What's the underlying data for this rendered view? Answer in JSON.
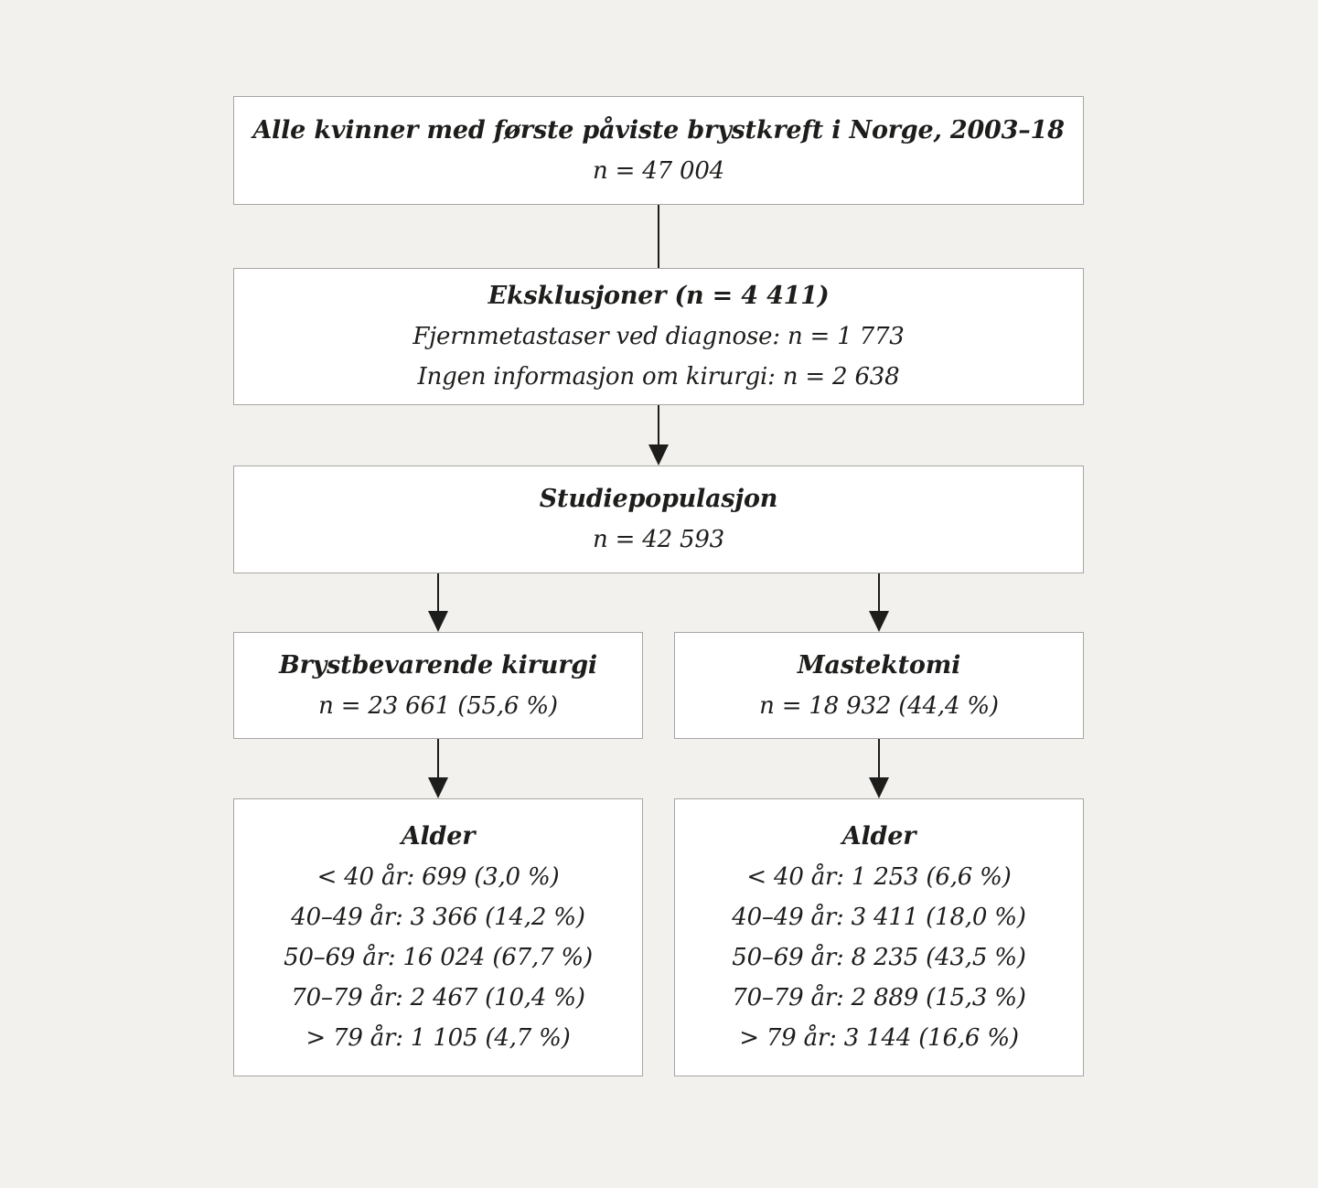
{
  "colors": {
    "bg": "#f2f1ee",
    "box-fill": "#ffffff",
    "box-border": "#a7a6a4",
    "ink": "#1d1d1b"
  },
  "flowchart": {
    "source_box": {
      "title": "Alle kvinner med første påviste brystkreft i Norge, 2003–18",
      "count": "n = 47 004"
    },
    "exclusions_box": {
      "title": "Eksklusjoner (n = 4 411)",
      "lines": [
        "Fjernmetastaser ved diagnose: n = 1 773",
        "Ingen informasjon om kirurgi: n = 2 638"
      ]
    },
    "study_population_box": {
      "title": "Studiepopulasjon",
      "count": "n = 42 593"
    },
    "branches": [
      {
        "title": "Brystbevarende kirurgi",
        "count": "n = 23 661 (55,6 %)",
        "age_box": {
          "title": "Alder",
          "lines": [
            "< 40 år: 699 (3,0 %)",
            "40–49 år: 3 366 (14,2 %)",
            "50–69 år: 16 024 (67,7 %)",
            "70–79 år: 2 467 (10,4 %)",
            "> 79 år: 1 105 (4,7 %)"
          ]
        }
      },
      {
        "title": "Mastektomi",
        "count": "n = 18 932 (44,4 %)",
        "age_box": {
          "title": "Alder",
          "lines": [
            "< 40 år: 1 253 (6,6 %)",
            "40–49 år: 3 411 (18,0 %)",
            "50–69 år: 8 235 (43,5 %)",
            "70–79 år: 2 889 (15,3 %)",
            "> 79 år: 3 144 (16,6 %)"
          ]
        }
      }
    ]
  }
}
